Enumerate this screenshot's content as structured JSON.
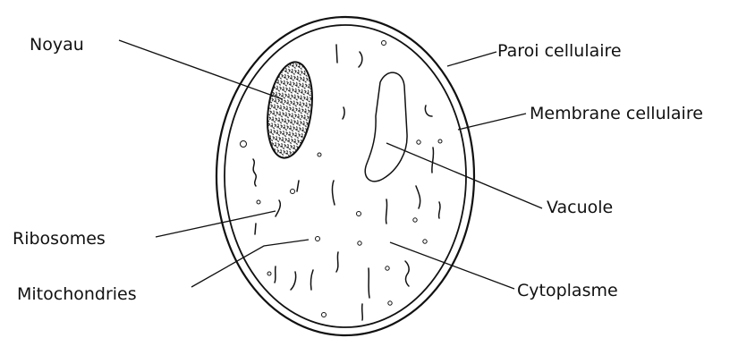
{
  "diagram": {
    "labels": {
      "noyau": "Noyau",
      "paroi": "Paroi cellulaire",
      "membrane": "Membrane cellulaire",
      "vacuole": "Vacuole",
      "ribosomes": "Ribosomes",
      "mitochondries": "Mitochondries",
      "cytoplasme": "Cytoplasme"
    }
  }
}
